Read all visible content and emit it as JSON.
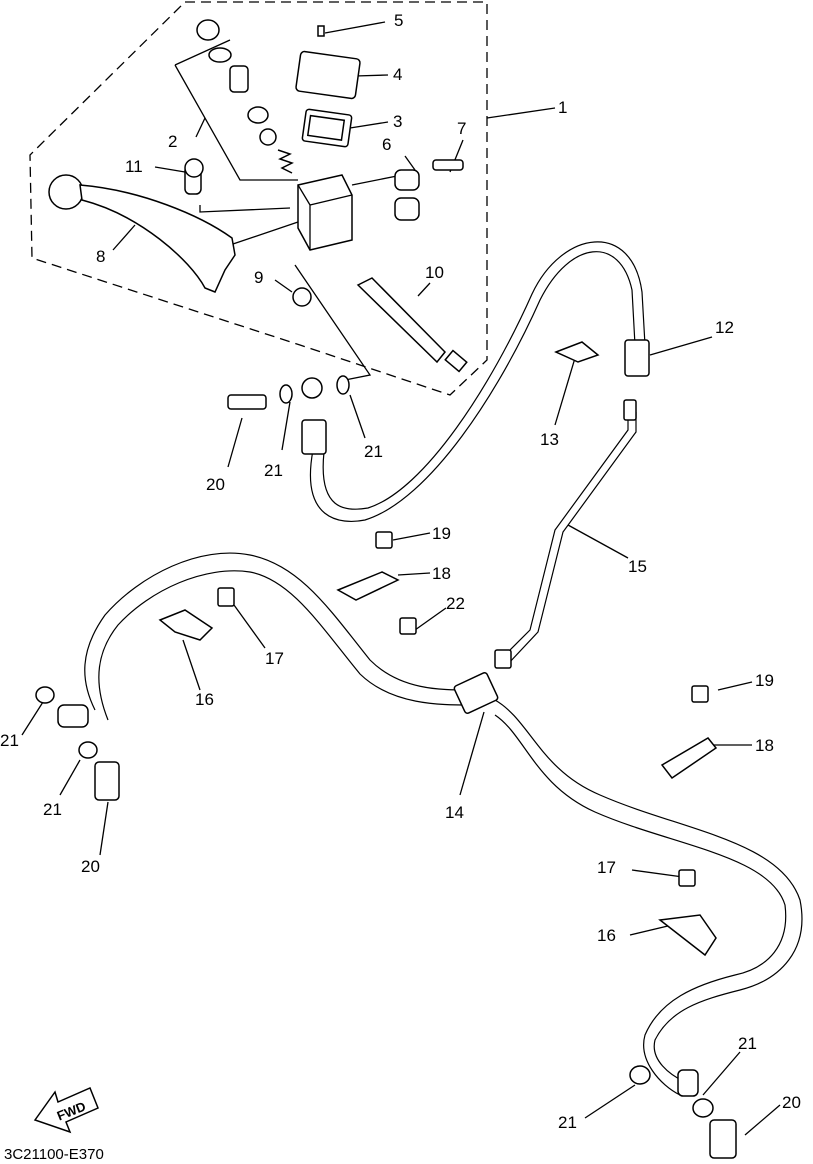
{
  "diagram": {
    "code": "3C21100-E370",
    "fwd_label": "FWD",
    "callouts": [
      {
        "id": "c1",
        "text": "1"
      },
      {
        "id": "c2",
        "text": "2"
      },
      {
        "id": "c3",
        "text": "3"
      },
      {
        "id": "c4",
        "text": "4"
      },
      {
        "id": "c5",
        "text": "5"
      },
      {
        "id": "c6",
        "text": "6"
      },
      {
        "id": "c7",
        "text": "7"
      },
      {
        "id": "c8",
        "text": "8"
      },
      {
        "id": "c9",
        "text": "9"
      },
      {
        "id": "c10",
        "text": "10"
      },
      {
        "id": "c11",
        "text": "11"
      },
      {
        "id": "c12",
        "text": "12"
      },
      {
        "id": "c13",
        "text": "13"
      },
      {
        "id": "c14",
        "text": "14"
      },
      {
        "id": "c15",
        "text": "15"
      },
      {
        "id": "c16a",
        "text": "16"
      },
      {
        "id": "c16b",
        "text": "16"
      },
      {
        "id": "c17a",
        "text": "17"
      },
      {
        "id": "c17b",
        "text": "17"
      },
      {
        "id": "c18a",
        "text": "18"
      },
      {
        "id": "c18b",
        "text": "18"
      },
      {
        "id": "c19a",
        "text": "19"
      },
      {
        "id": "c19b",
        "text": "19"
      },
      {
        "id": "c20a",
        "text": "20"
      },
      {
        "id": "c20b",
        "text": "20"
      },
      {
        "id": "c20c",
        "text": "20"
      },
      {
        "id": "c21a",
        "text": "21"
      },
      {
        "id": "c21b",
        "text": "21"
      },
      {
        "id": "c21c",
        "text": "21"
      },
      {
        "id": "c21d",
        "text": "21"
      },
      {
        "id": "c21e",
        "text": "21"
      },
      {
        "id": "c21f",
        "text": "21"
      },
      {
        "id": "c22",
        "text": "22"
      }
    ]
  }
}
